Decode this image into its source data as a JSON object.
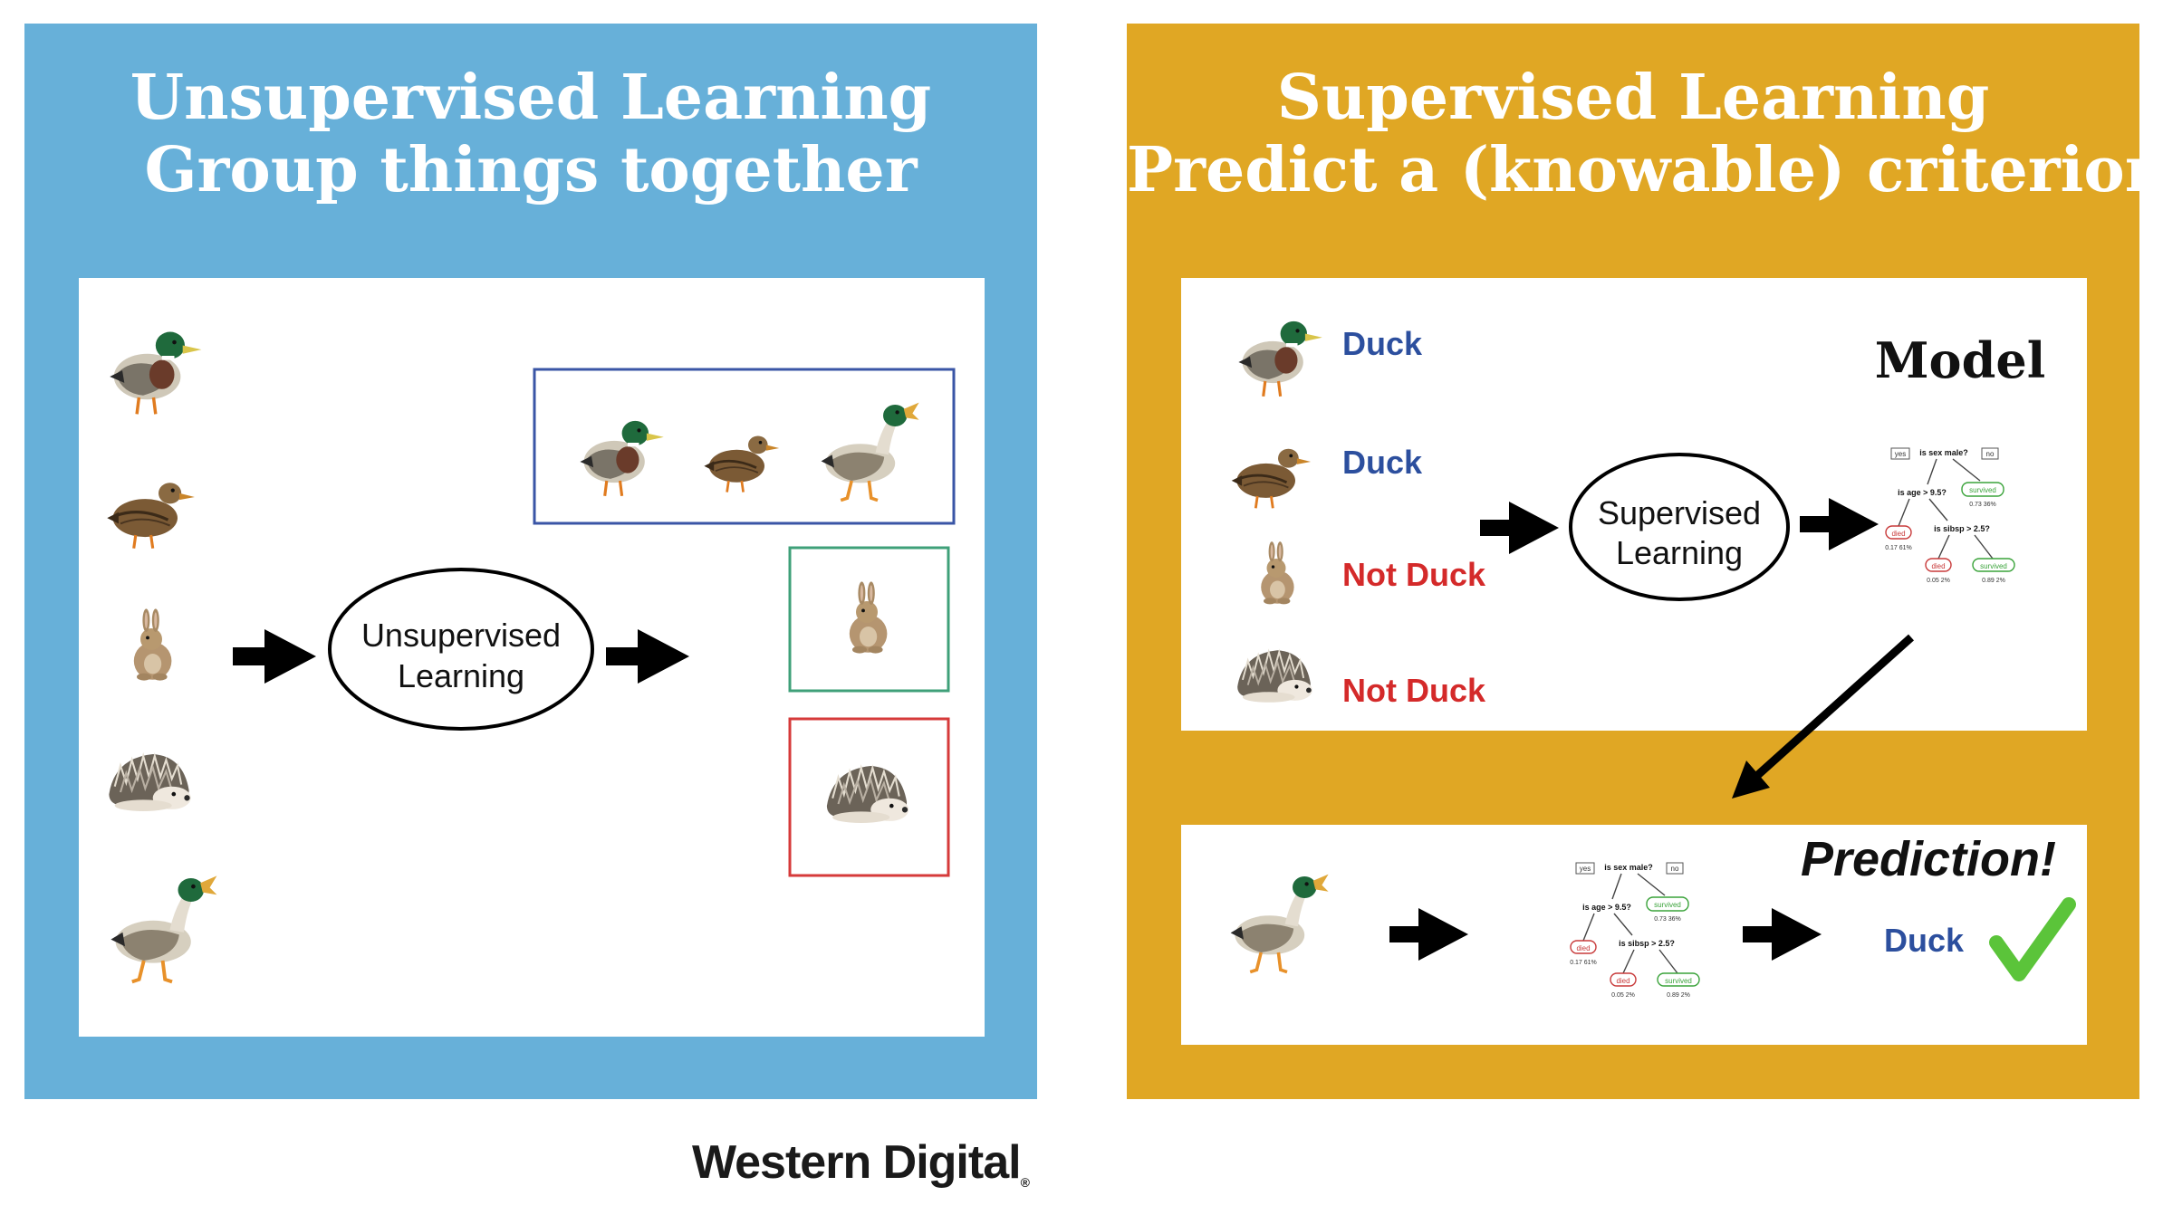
{
  "left": {
    "title": "Unsupervised Learning",
    "subtitle": "Group things together",
    "process_line1": "Unsupervised",
    "process_line2": "Learning",
    "panel_color": "#67b0d9",
    "cluster_colors": [
      "#3a55a6",
      "#3fa079",
      "#d63a3a"
    ],
    "inputs": [
      "mallard-drake-icon",
      "female-duck-icon",
      "rabbit-icon",
      "hedgehog-icon",
      "quacking-duck-icon"
    ]
  },
  "right": {
    "title": "Supervised Learning",
    "subtitle": "Predict a (knowable) criterion",
    "panel_color": "#e0a724",
    "examples": [
      {
        "icon": "mallard-drake-icon",
        "label": "Duck"
      },
      {
        "icon": "female-duck-icon",
        "label": "Duck"
      },
      {
        "icon": "rabbit-icon",
        "label": "Not Duck"
      },
      {
        "icon": "hedgehog-icon",
        "label": "Not Duck"
      }
    ],
    "process_line1": "Supervised",
    "process_line2": "Learning",
    "model_label": "Model",
    "prediction_label": "Prediction!",
    "prediction_value": "Duck",
    "tree": {
      "root_question": "is sex male?",
      "yes": "yes",
      "no": "no",
      "q2": "is age > 9.5?",
      "q3": "is sibsp > 2.5?",
      "leaf_survived_1": "survived",
      "leaf_survived_1_stats": "0.73 36%",
      "leaf_died_1": "died",
      "leaf_died_1_stats": "0.17 61%",
      "leaf_died_2": "died",
      "leaf_died_2_stats": "0.05 2%",
      "leaf_survived_2": "survived",
      "leaf_survived_2_stats": "0.89 2%"
    }
  },
  "brand": "Western Digital"
}
